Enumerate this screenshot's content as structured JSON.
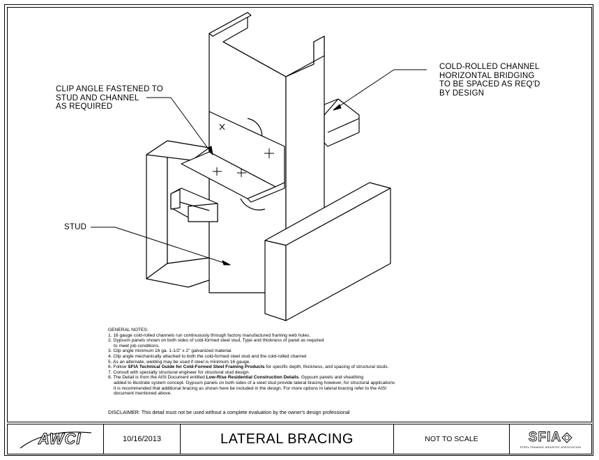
{
  "callouts": {
    "clip_angle": [
      "CLIP ANGLE FASTENED TO",
      "STUD AND CHANNEL",
      "AS REQUIRED"
    ],
    "channel": [
      "COLD-ROLLED CHANNEL",
      "HORIZONTAL BRIDGING",
      "TO BE SPACED AS REQ'D",
      "BY DESIGN"
    ],
    "stud": "STUD"
  },
  "notes": {
    "heading": "GENERAL NOTES:",
    "n1": "1. 16 gauge cold-rolled channels run continuously through factory manufactured framing web holes.",
    "n2a": "2. Gypsum panels shown on both sides of cold-formed steel stud, Type and thickness of panel as required",
    "n2b": "to meet job conditions.",
    "n3": "3. Clip angle minimum 16 ga. 1-1/2\" x 2\" galvanized material.",
    "n4": "4. Clip angle mechanically attached to both the cold-formed steel stud and the cold-rolled channel",
    "n5": "5. As an alternate, welding may be used if steel is minimum 16 gauge.",
    "n6_pre": "6. Follow ",
    "n6_bold": "SFIA Technical Guide for Cold-Formed Steel Framing Products",
    "n6_post": " for specific depth, thickness, and spacing of structural studs.",
    "n7": "7. Consult with specialty structural engineer for structural stud design.",
    "n8_pre": "8. The Detail is from the AISI Document entitled ",
    "n8_bold": "Low-Rise Residential Construction Details",
    "n8_post": ". Gypsum panels and sheathing",
    "n8b": "added to illustrate system concept. Gypsum panels on both sides of a steel stud provide lateral bracing however, for structural applications",
    "n8c": "it is recommended that additional bracing as shown here be included in the design. For more options in lateral bracing refer to the AISI",
    "n8d": "document mentioned above."
  },
  "disclaimer": "DISCLAIMER: This detail must not be used without a complete evaluation by the owner's design professional",
  "titleblock": {
    "logo_left": "AWCI",
    "date": "10/16/2013",
    "title": "LATERAL BRACING",
    "scale": "NOT TO SCALE",
    "logo_right": "SFIA",
    "logo_right_sub": "STEEL FRAMING INDUSTRY ASSOCIATION"
  }
}
